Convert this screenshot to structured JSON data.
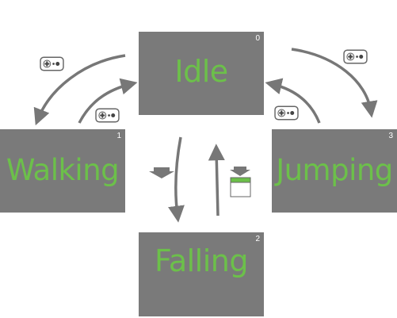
{
  "states": {
    "idle": {
      "label": "Idle",
      "index": "0"
    },
    "walking": {
      "label": "Walking",
      "index": "1"
    },
    "falling": {
      "label": "Falling",
      "index": "2"
    },
    "jumping": {
      "label": "Jumping",
      "index": "3"
    }
  },
  "colors": {
    "state_fill": "#7a7a7a",
    "label_text": "#6cc04a",
    "arrow": "#777777",
    "icon_stroke": "#666666",
    "accent_green": "#6cc04a"
  },
  "icons": [
    "gamepad-icon",
    "down-arrow-icon",
    "ground-tile-icon"
  ]
}
